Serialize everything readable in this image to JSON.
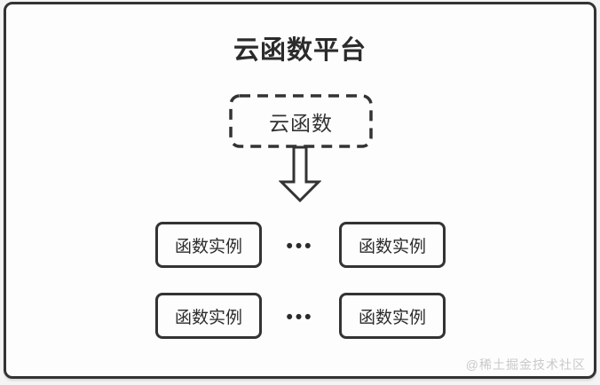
{
  "colors": {
    "canvas_background": "#f4f4f5",
    "card_background": "#fdfdfd",
    "line_color": "#333333",
    "text_color": "#2b2b2b",
    "watermark_color": "#c9c9c9"
  },
  "diagram": {
    "title": "云函数平台",
    "cloud_function_node": {
      "label": "云函数"
    },
    "arrow_icon": "down-arrow",
    "rows": [
      {
        "left": {
          "label": "函数实例"
        },
        "ellipsis": "•••",
        "right": {
          "label": "函数实例"
        }
      },
      {
        "left": {
          "label": "函数实例"
        },
        "ellipsis": "•••",
        "right": {
          "label": "函数实例"
        }
      }
    ],
    "watermark": "@稀土掘金技术社区"
  }
}
